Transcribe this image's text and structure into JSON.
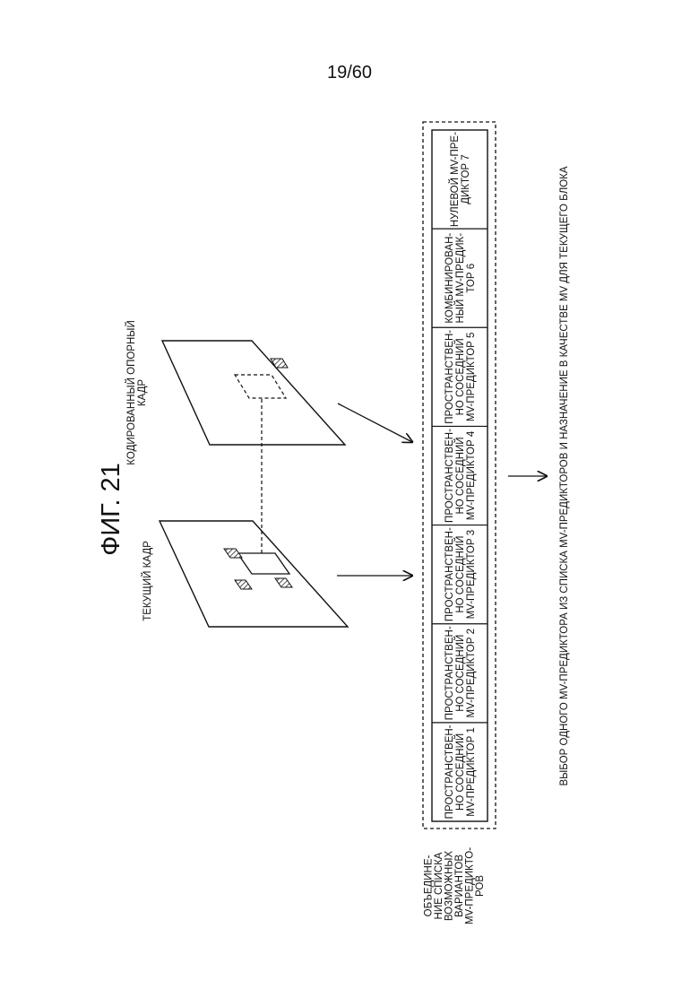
{
  "page_number": "19/60",
  "figure_title": "ФИГ. 21",
  "current_frame_label": "ТЕКУЩИЙ КАДР",
  "reference_frame_label": [
    "КОДИРОВАННЫЙ ОПОРНЫЙ",
    "КАДР"
  ],
  "merge_list_label": [
    "ОБЪЕДИНЕ-",
    "НИЕ СПИСКА",
    "ВОЗМОЖНЫХ",
    "ВАРИАНТОВ",
    "MV-ПРЕДИКТО-",
    "РОВ"
  ],
  "candidates": [
    [
      "ПРОСТРАНСТВЕН-",
      "НО СОСЕДНИЙ",
      "MV-ПРЕДИКТОР 1"
    ],
    [
      "ПРОСТРАНСТВЕН-",
      "НО СОСЕДНИЙ",
      "MV-ПРЕДИКТОР 2"
    ],
    [
      "ПРОСТРАНСТВЕН-",
      "НО СОСЕДНИЙ",
      "MV-ПРЕДИКТОР 3"
    ],
    [
      "ПРОСТРАНСТВЕН-",
      "НО СОСЕДНИЙ",
      "MV-ПРЕДИКТОР 4"
    ],
    [
      "ПРОСТРАНСТВЕН-",
      "НО СОСЕДНИЙ",
      "MV-ПРЕДИКТОР 5"
    ],
    [
      "КОМБИНИРОВАН-",
      "НЫЙ MV-ПРЕДИК-",
      "ТОР 6"
    ],
    [
      "НУЛЕВОЙ MV-ПРЕ-",
      "ДИКТОР 7"
    ]
  ],
  "selection_text": "ВЫБОР ОДНОГО MV-ПРЕДИКТОРА ИЗ СПИСКА MV-ПРЕДИКТОРОВ И НАЗНАЧЕНИЕ В КАЧЕСТВЕ MV ДЛЯ ТЕКУЩЕГО БЛОКА"
}
